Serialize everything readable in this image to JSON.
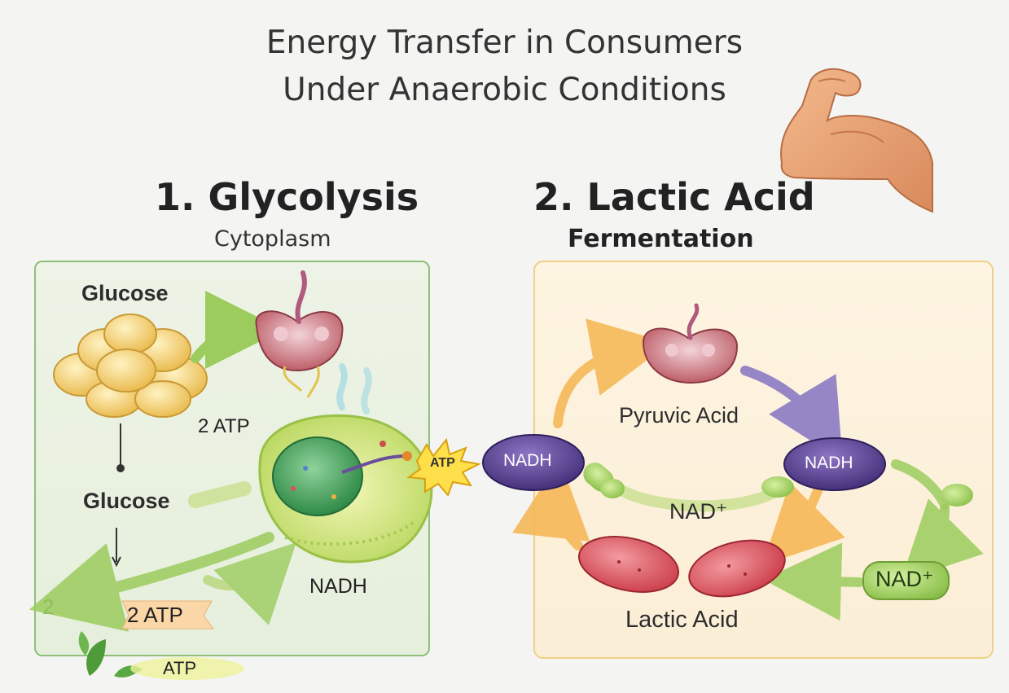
{
  "title": {
    "line1": "Energy Transfer in Consumers",
    "line2": "Under Anaerobic Conditions"
  },
  "section1": {
    "number": "1.",
    "heading": "Glycolysis",
    "subheading": "Cytoplasm"
  },
  "section2": {
    "number": "2.",
    "heading": "Lactic Acid",
    "subheading": "Fermentation"
  },
  "left_panel": {
    "glucose_top": "Glucose",
    "atp_top": "2 ATP",
    "glucose_mid": "Glucose",
    "atp_burst": "ATP",
    "nadh": "NADH",
    "atp_bottom": "2 ATP",
    "corner_number": "2",
    "atp_leaf": "ATP"
  },
  "right_panel": {
    "nadh_left": "NADH",
    "pyruvic_acid": "Pyruvic Acid",
    "nadh_right": "NADH",
    "nad_center": "NAD⁺",
    "nad_right": "NAD⁺",
    "lactic_acid": "Lactic Acid"
  },
  "colors": {
    "left_panel_border": "#8fbf7a",
    "right_panel_border": "#f0cf86",
    "nadh_purple": "#5a4391",
    "lactic_red": "#d9545f",
    "arrow_green": "#9ccc5e",
    "arrow_orange": "#f5b550"
  },
  "icons": [
    "flexed-arm-icon",
    "glucose-cluster-icon",
    "pyruvate-blob-icon",
    "cell-icon",
    "leaf-icon"
  ]
}
